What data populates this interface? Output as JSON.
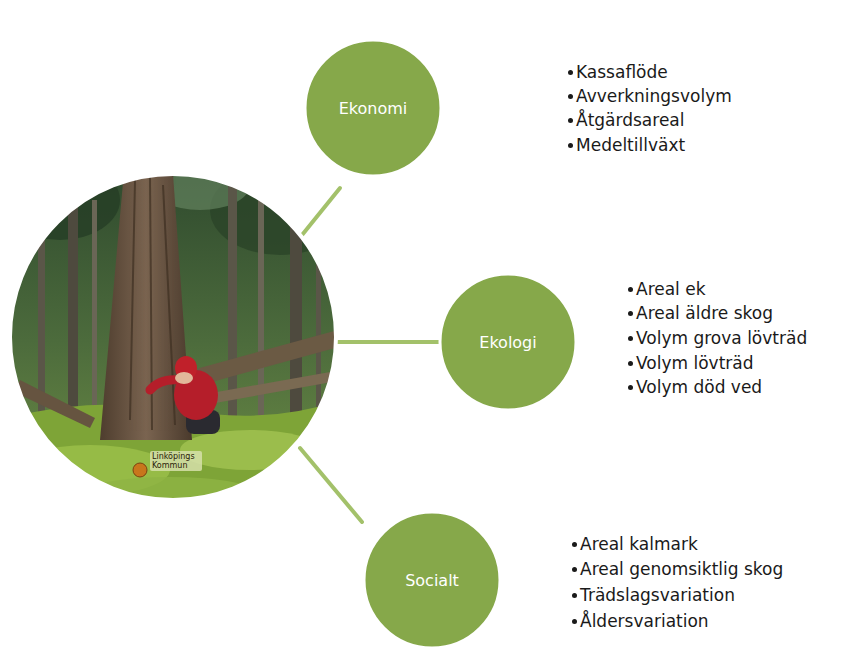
{
  "diagram": {
    "nodes": [
      {
        "text": [
          "Ekonomi"
        ]
      },
      {
        "text": [
          "Ekologi"
        ]
      },
      {
        "text": [
          "Socialt"
        ]
      }
    ],
    "labels": [
      "Kassaflöde",
      "Avverkningsvolym",
      "Åtgärdsareal",
      "Medeltillväxt",
      "Areal ek",
      "Areal äldre skog",
      "Volym grova lövträd",
      "Volym lövträd",
      "Volym död ved",
      "Areal kalmark",
      "Areal genomsiktlig skog",
      "Trädslagsvariation",
      "Åldersvariation",
      "Linköpings Kommun"
    ]
  }
}
